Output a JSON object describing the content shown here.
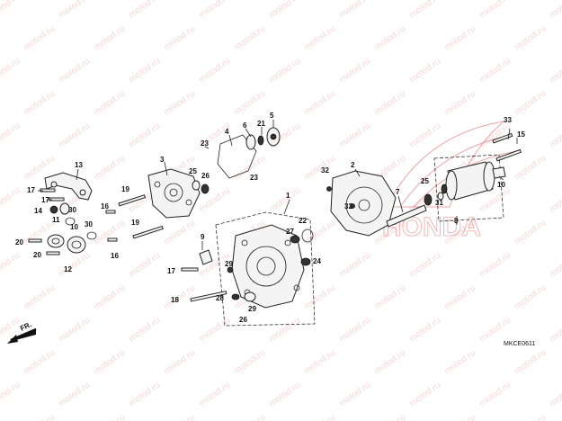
{
  "watermark_text": "motod.ru",
  "diagram_code": "MKCE0611",
  "fr_label": "FR.",
  "brand_text": "HONDA",
  "callouts": {
    "c1": "1",
    "c2": "2",
    "c3": "3",
    "c4": "4",
    "c5": "5",
    "c6": "6",
    "c7": "7",
    "c8": "8",
    "c9": "9",
    "c10": "10",
    "c11": "11",
    "c12": "12",
    "c13": "13",
    "c14": "14",
    "c15": "15",
    "c16a": "16",
    "c16b": "16",
    "c17a": "17",
    "c17b": "17",
    "c17c": "17",
    "c18": "18",
    "c19a": "19",
    "c19b": "19",
    "c20a": "20",
    "c20b": "20",
    "c21": "21",
    "c22": "22",
    "c23a": "23",
    "c23b": "23",
    "c24": "24",
    "c25a": "25",
    "c25b": "25",
    "c26a": "26",
    "c26b": "26",
    "c27": "27",
    "c28": "28",
    "c29a": "29",
    "c29b": "29",
    "c30a": "30",
    "c30b": "30",
    "c31": "31",
    "c32a": "32",
    "c32b": "32",
    "c33": "33"
  },
  "colors": {
    "watermark": "#f2b8b8",
    "line": "#222222",
    "brand": "#cc0000"
  }
}
